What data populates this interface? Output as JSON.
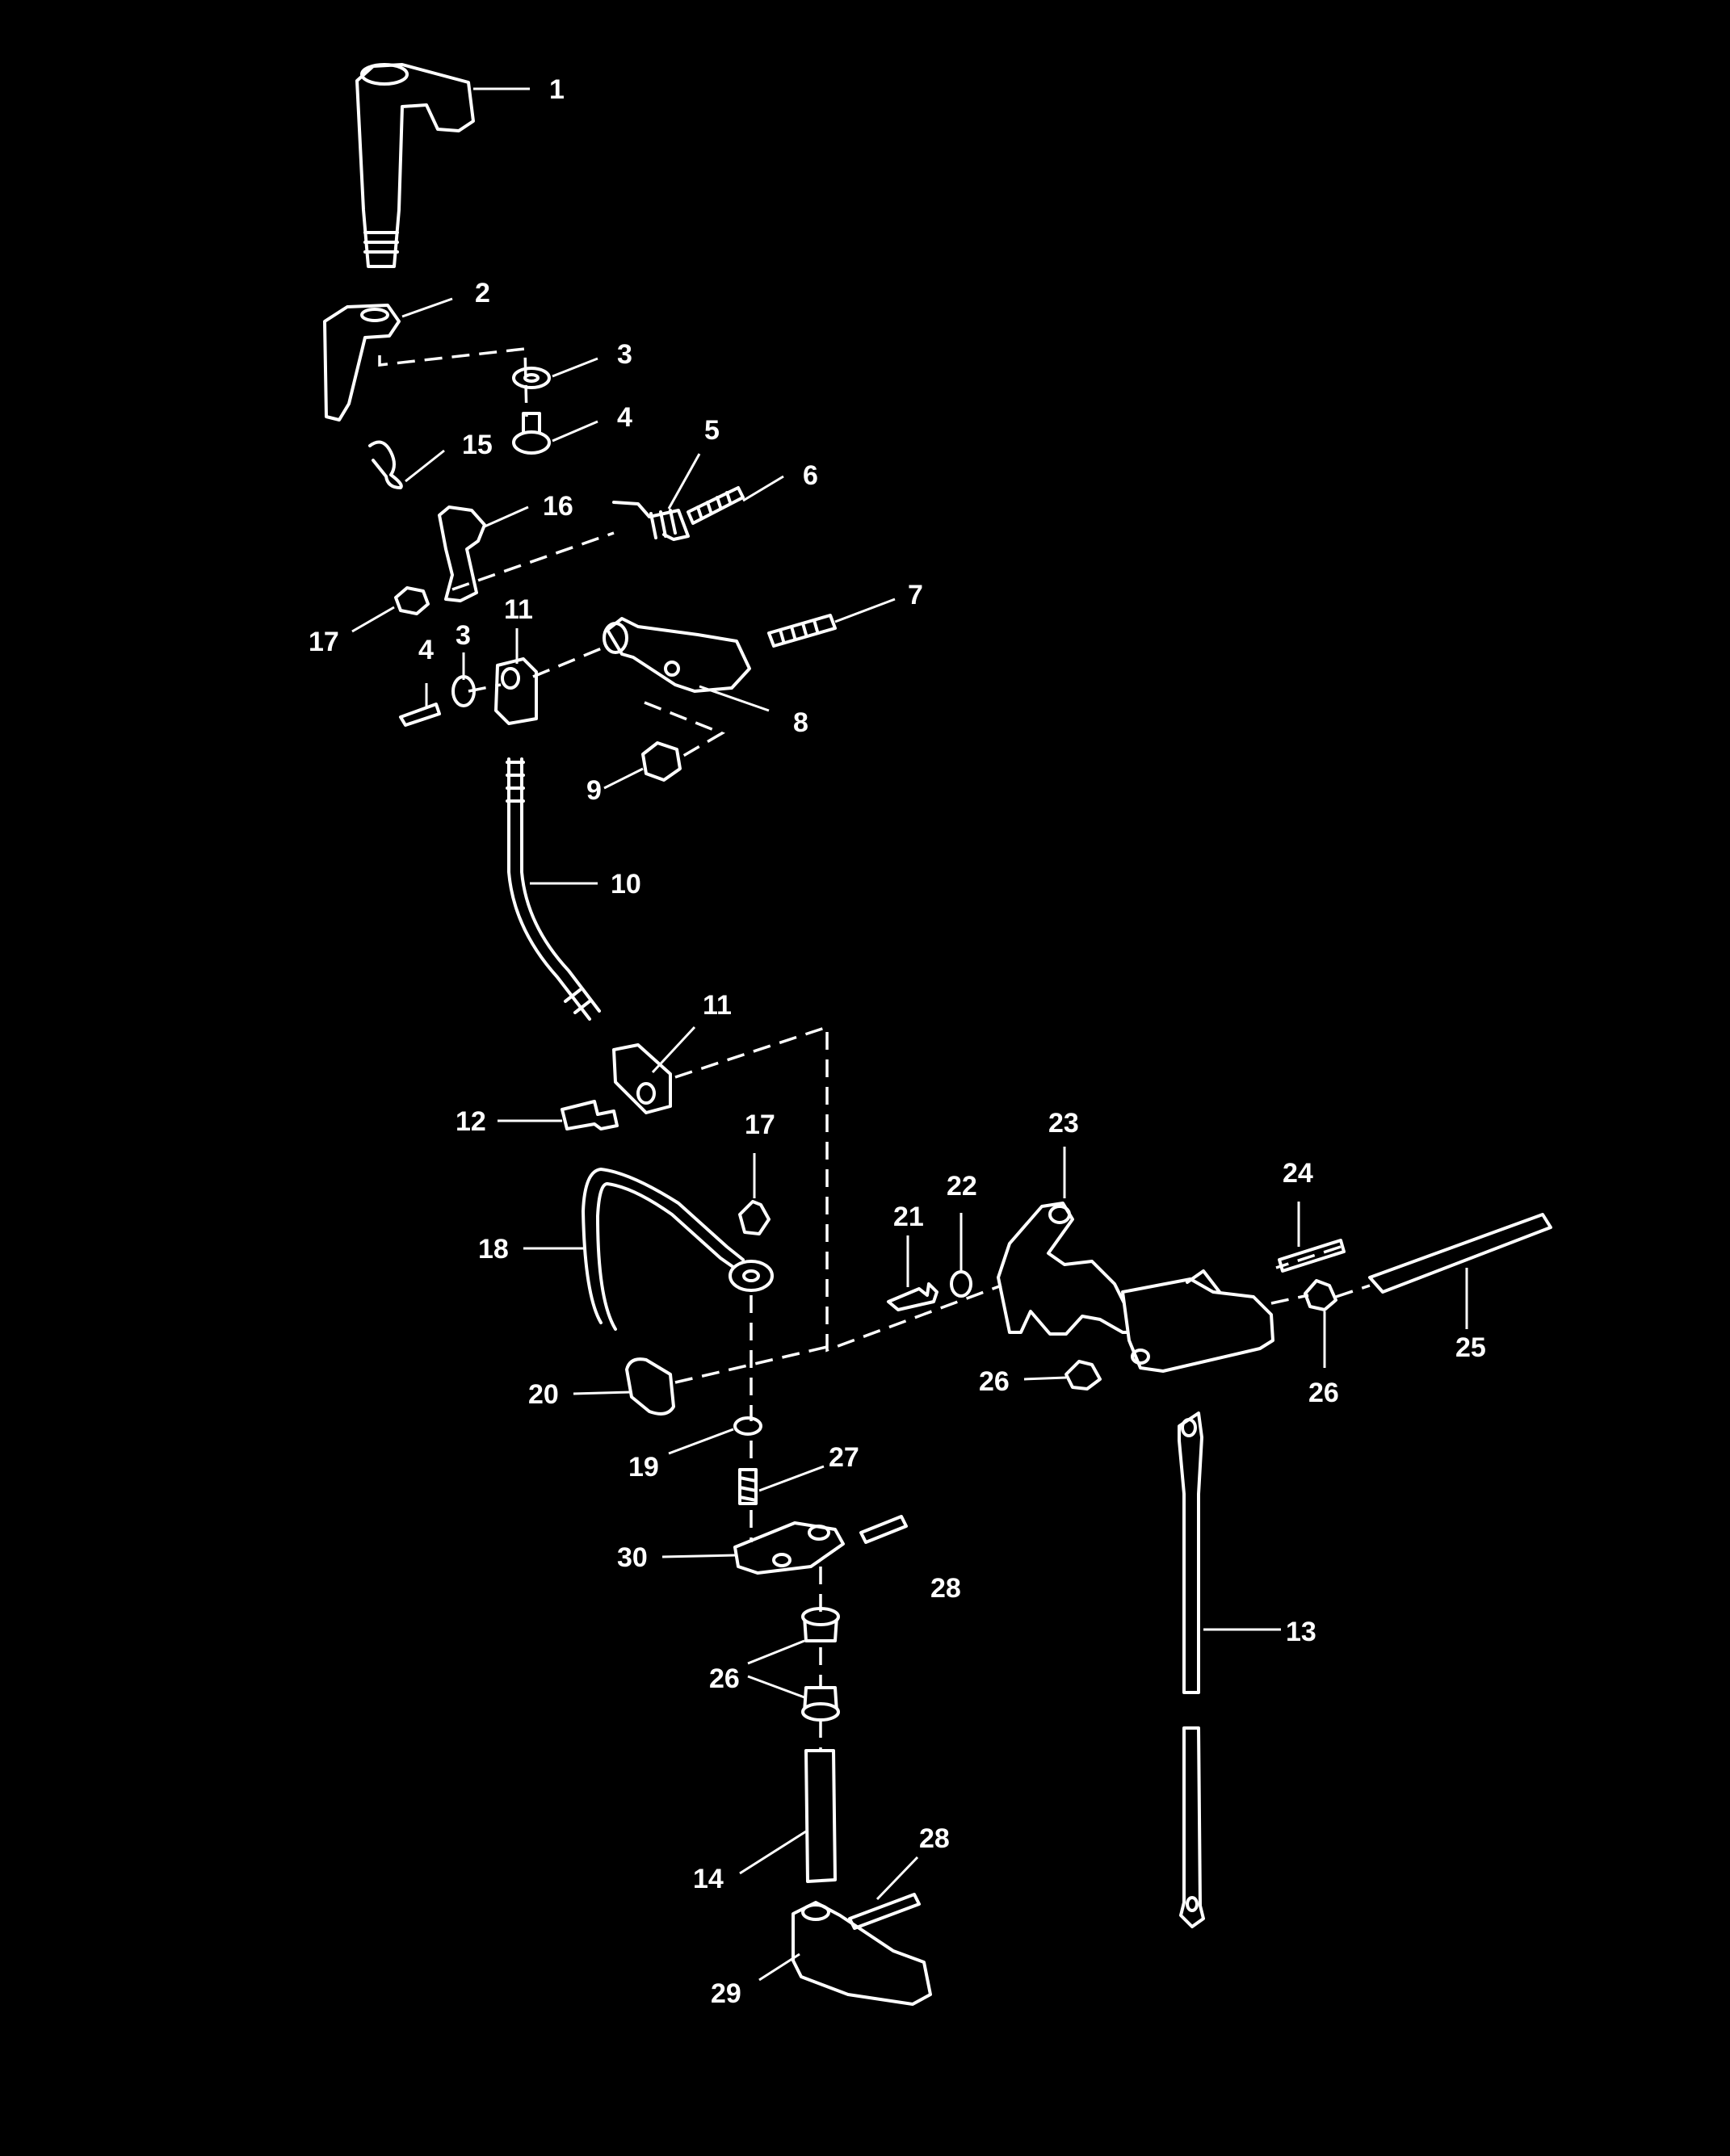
{
  "diagram": {
    "background": "#000000",
    "ink": "#ffffff",
    "callouts": {
      "c1": "1",
      "c2": "2",
      "c3a": "3",
      "c4a": "4",
      "c5": "5",
      "c6": "6",
      "c7": "7",
      "c8": "8",
      "c9": "9",
      "c10": "10",
      "c11a": "11",
      "c11b": "11",
      "c12": "12",
      "c13": "13",
      "c14": "14",
      "c15": "15",
      "c16": "16",
      "c17a": "17",
      "c17b": "17",
      "c18": "18",
      "c19": "19",
      "c20": "20",
      "c21": "21",
      "c22": "22",
      "c23": "23",
      "c24": "24",
      "c25": "25",
      "c26a": "26",
      "c26b": "26",
      "c26c": "26",
      "c27": "27",
      "c28a": "28",
      "c28b": "28",
      "c29": "29",
      "c30": "30",
      "c3b": "3",
      "c4b": "4"
    }
  }
}
